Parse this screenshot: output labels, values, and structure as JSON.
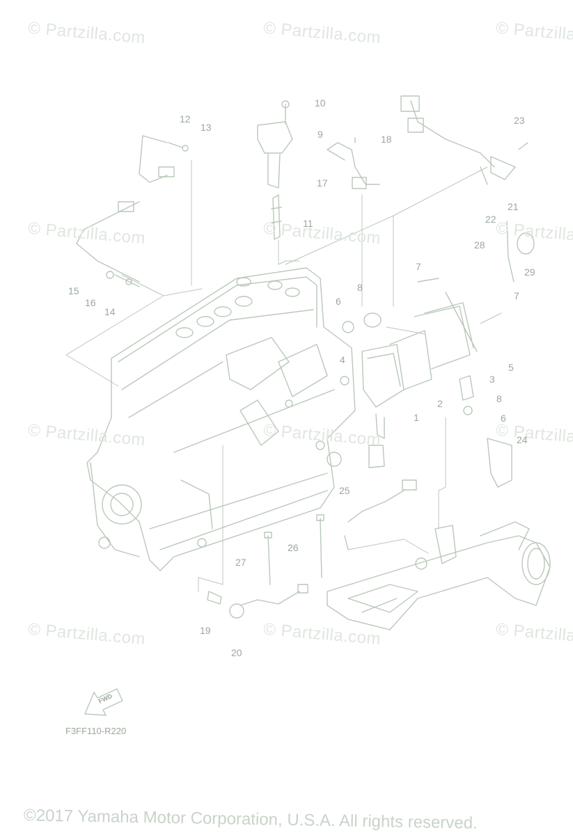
{
  "watermark_text": "© Partzilla.com",
  "diagram_code": "F3FF110-R220",
  "copyright": "©2017 Yamaha Motor Corporation, U.S.A. All rights reserved.",
  "fwd_arrow_label": "FWD",
  "line_color": "#b9c8b9",
  "text_color": "#9aa89a",
  "callouts": [
    {
      "id": "c10",
      "label": "10"
    },
    {
      "id": "c9",
      "label": "9"
    },
    {
      "id": "c12",
      "label": "12"
    },
    {
      "id": "c13",
      "label": "13"
    },
    {
      "id": "c18",
      "label": "18"
    },
    {
      "id": "c17",
      "label": "17"
    },
    {
      "id": "c23",
      "label": "23"
    },
    {
      "id": "c21",
      "label": "21"
    },
    {
      "id": "c22",
      "label": "22"
    },
    {
      "id": "c11",
      "label": "11"
    },
    {
      "id": "c28",
      "label": "28"
    },
    {
      "id": "c29",
      "label": "29"
    },
    {
      "id": "c15",
      "label": "15"
    },
    {
      "id": "c16",
      "label": "16"
    },
    {
      "id": "c14",
      "label": "14"
    },
    {
      "id": "c7a",
      "label": "7"
    },
    {
      "id": "c7b",
      "label": "7"
    },
    {
      "id": "c8a",
      "label": "8"
    },
    {
      "id": "c6a",
      "label": "6"
    },
    {
      "id": "c5",
      "label": "5"
    },
    {
      "id": "c3",
      "label": "3"
    },
    {
      "id": "c4",
      "label": "4"
    },
    {
      "id": "c2",
      "label": "2"
    },
    {
      "id": "c8b",
      "label": "8"
    },
    {
      "id": "c1",
      "label": "1"
    },
    {
      "id": "c6b",
      "label": "6"
    },
    {
      "id": "c24",
      "label": "24"
    },
    {
      "id": "c25",
      "label": "25"
    },
    {
      "id": "c26",
      "label": "26"
    },
    {
      "id": "c27",
      "label": "27"
    },
    {
      "id": "c19",
      "label": "19"
    },
    {
      "id": "c20",
      "label": "20"
    }
  ]
}
